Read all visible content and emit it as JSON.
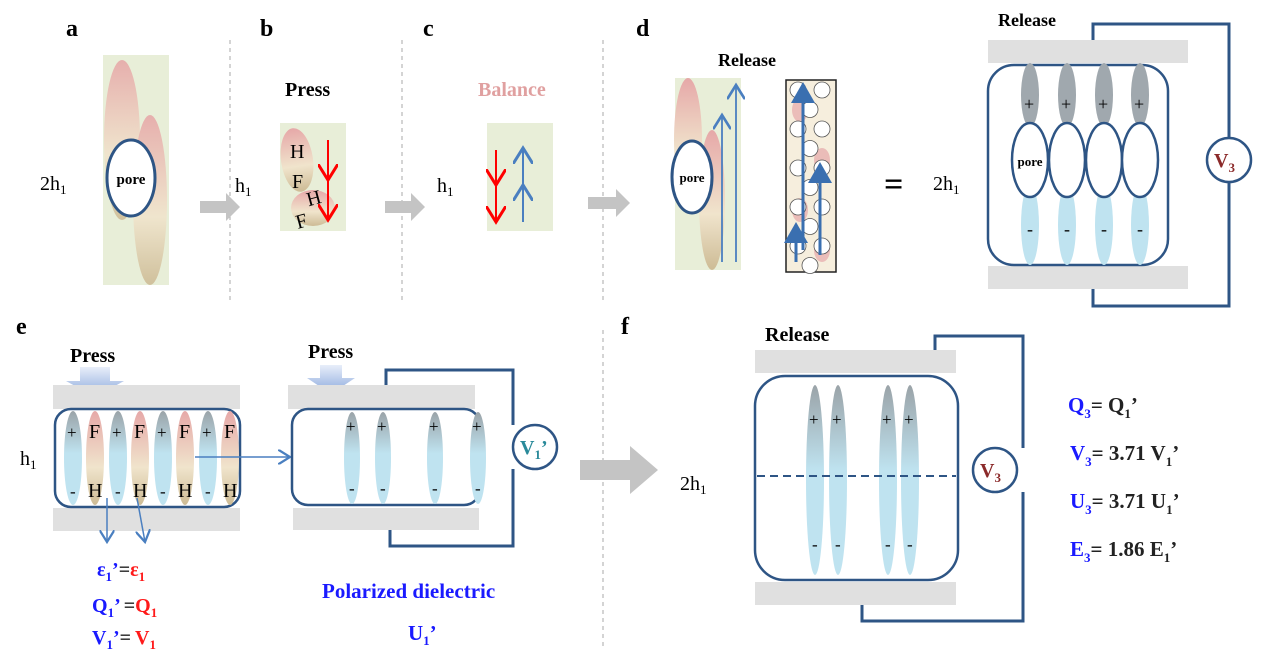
{
  "panels": {
    "a": {
      "label": "a",
      "height": "2h",
      "height_sub": "1",
      "pore": "pore"
    },
    "b": {
      "label": "b",
      "title": "Press",
      "height": "h",
      "height_sub": "1",
      "letters": [
        "H",
        "F",
        "H",
        "F"
      ]
    },
    "c": {
      "label": "c",
      "title": "Balance",
      "height": "h",
      "height_sub": "1"
    },
    "d": {
      "label": "d",
      "title": "Release",
      "pore": "pore",
      "equals": "=",
      "height": "2h",
      "height_sub": "1",
      "right_title": "Release",
      "right_pore": "pore",
      "plus": "+",
      "minus": "-",
      "meter": "V",
      "meter_sub": "3"
    },
    "e": {
      "label": "e",
      "press1": "Press",
      "press2": "Press",
      "height": "h",
      "height_sub": "1",
      "top_letters": [
        "+",
        "F",
        "+",
        "F",
        "+",
        "F",
        "+",
        "F"
      ],
      "bottom_letters": [
        "-",
        "H",
        "-",
        "H",
        "-",
        "H",
        "-",
        "H"
      ],
      "plus": "+",
      "minus": "-",
      "meter": "V",
      "meter_sub": "1",
      "meter_prime": "’",
      "eq1": {
        "l": "ε",
        "lsub": "1",
        "lp": "’",
        "eq": "=",
        "r": "ε",
        "rsub": "1"
      },
      "eq2": {
        "l": "Q",
        "lsub": "1",
        "lp": "’",
        "eq": "=",
        "r": "Q",
        "rsub": "1"
      },
      "eq3": {
        "l": "V",
        "lsub": "1",
        "lp": "’",
        "eq": "=",
        "r": "V",
        "rsub": "1"
      },
      "caption": "Polarized dielectric",
      "energy": "U",
      "energy_sub": "1",
      "energy_prime": "’"
    },
    "f": {
      "label": "f",
      "title": "Release",
      "height": "2h",
      "height_sub": "1",
      "plus": "+",
      "minus": "-",
      "meter": "V",
      "meter_sub": "3",
      "equations": [
        {
          "l": "Q",
          "sub": "3",
          "rhs": "= Q",
          "rsub": "1",
          "rp": "’"
        },
        {
          "l": "V",
          "sub": "3",
          "rhs": "= 3.71 V",
          "rsub": "1",
          "rp": "’"
        },
        {
          "l": "U",
          "sub": "3",
          "rhs": "= 3.71 U",
          "rsub": "1",
          "rp": "’"
        },
        {
          "l": "E",
          "sub": "3",
          "rhs": "= 1.86 E",
          "rsub": "1",
          "rp": "’"
        }
      ]
    }
  },
  "colors": {
    "pore_border": "#2e5585",
    "film_bg": "#e8eed8",
    "plate": "#e0e0e0",
    "arrow_red": "#ff0000",
    "arrow_blue": "#4a7fc0",
    "balance_text": "#e0a0a0",
    "symbol_blue": "#1a1aff",
    "symbol_red": "#ff1a1a"
  }
}
